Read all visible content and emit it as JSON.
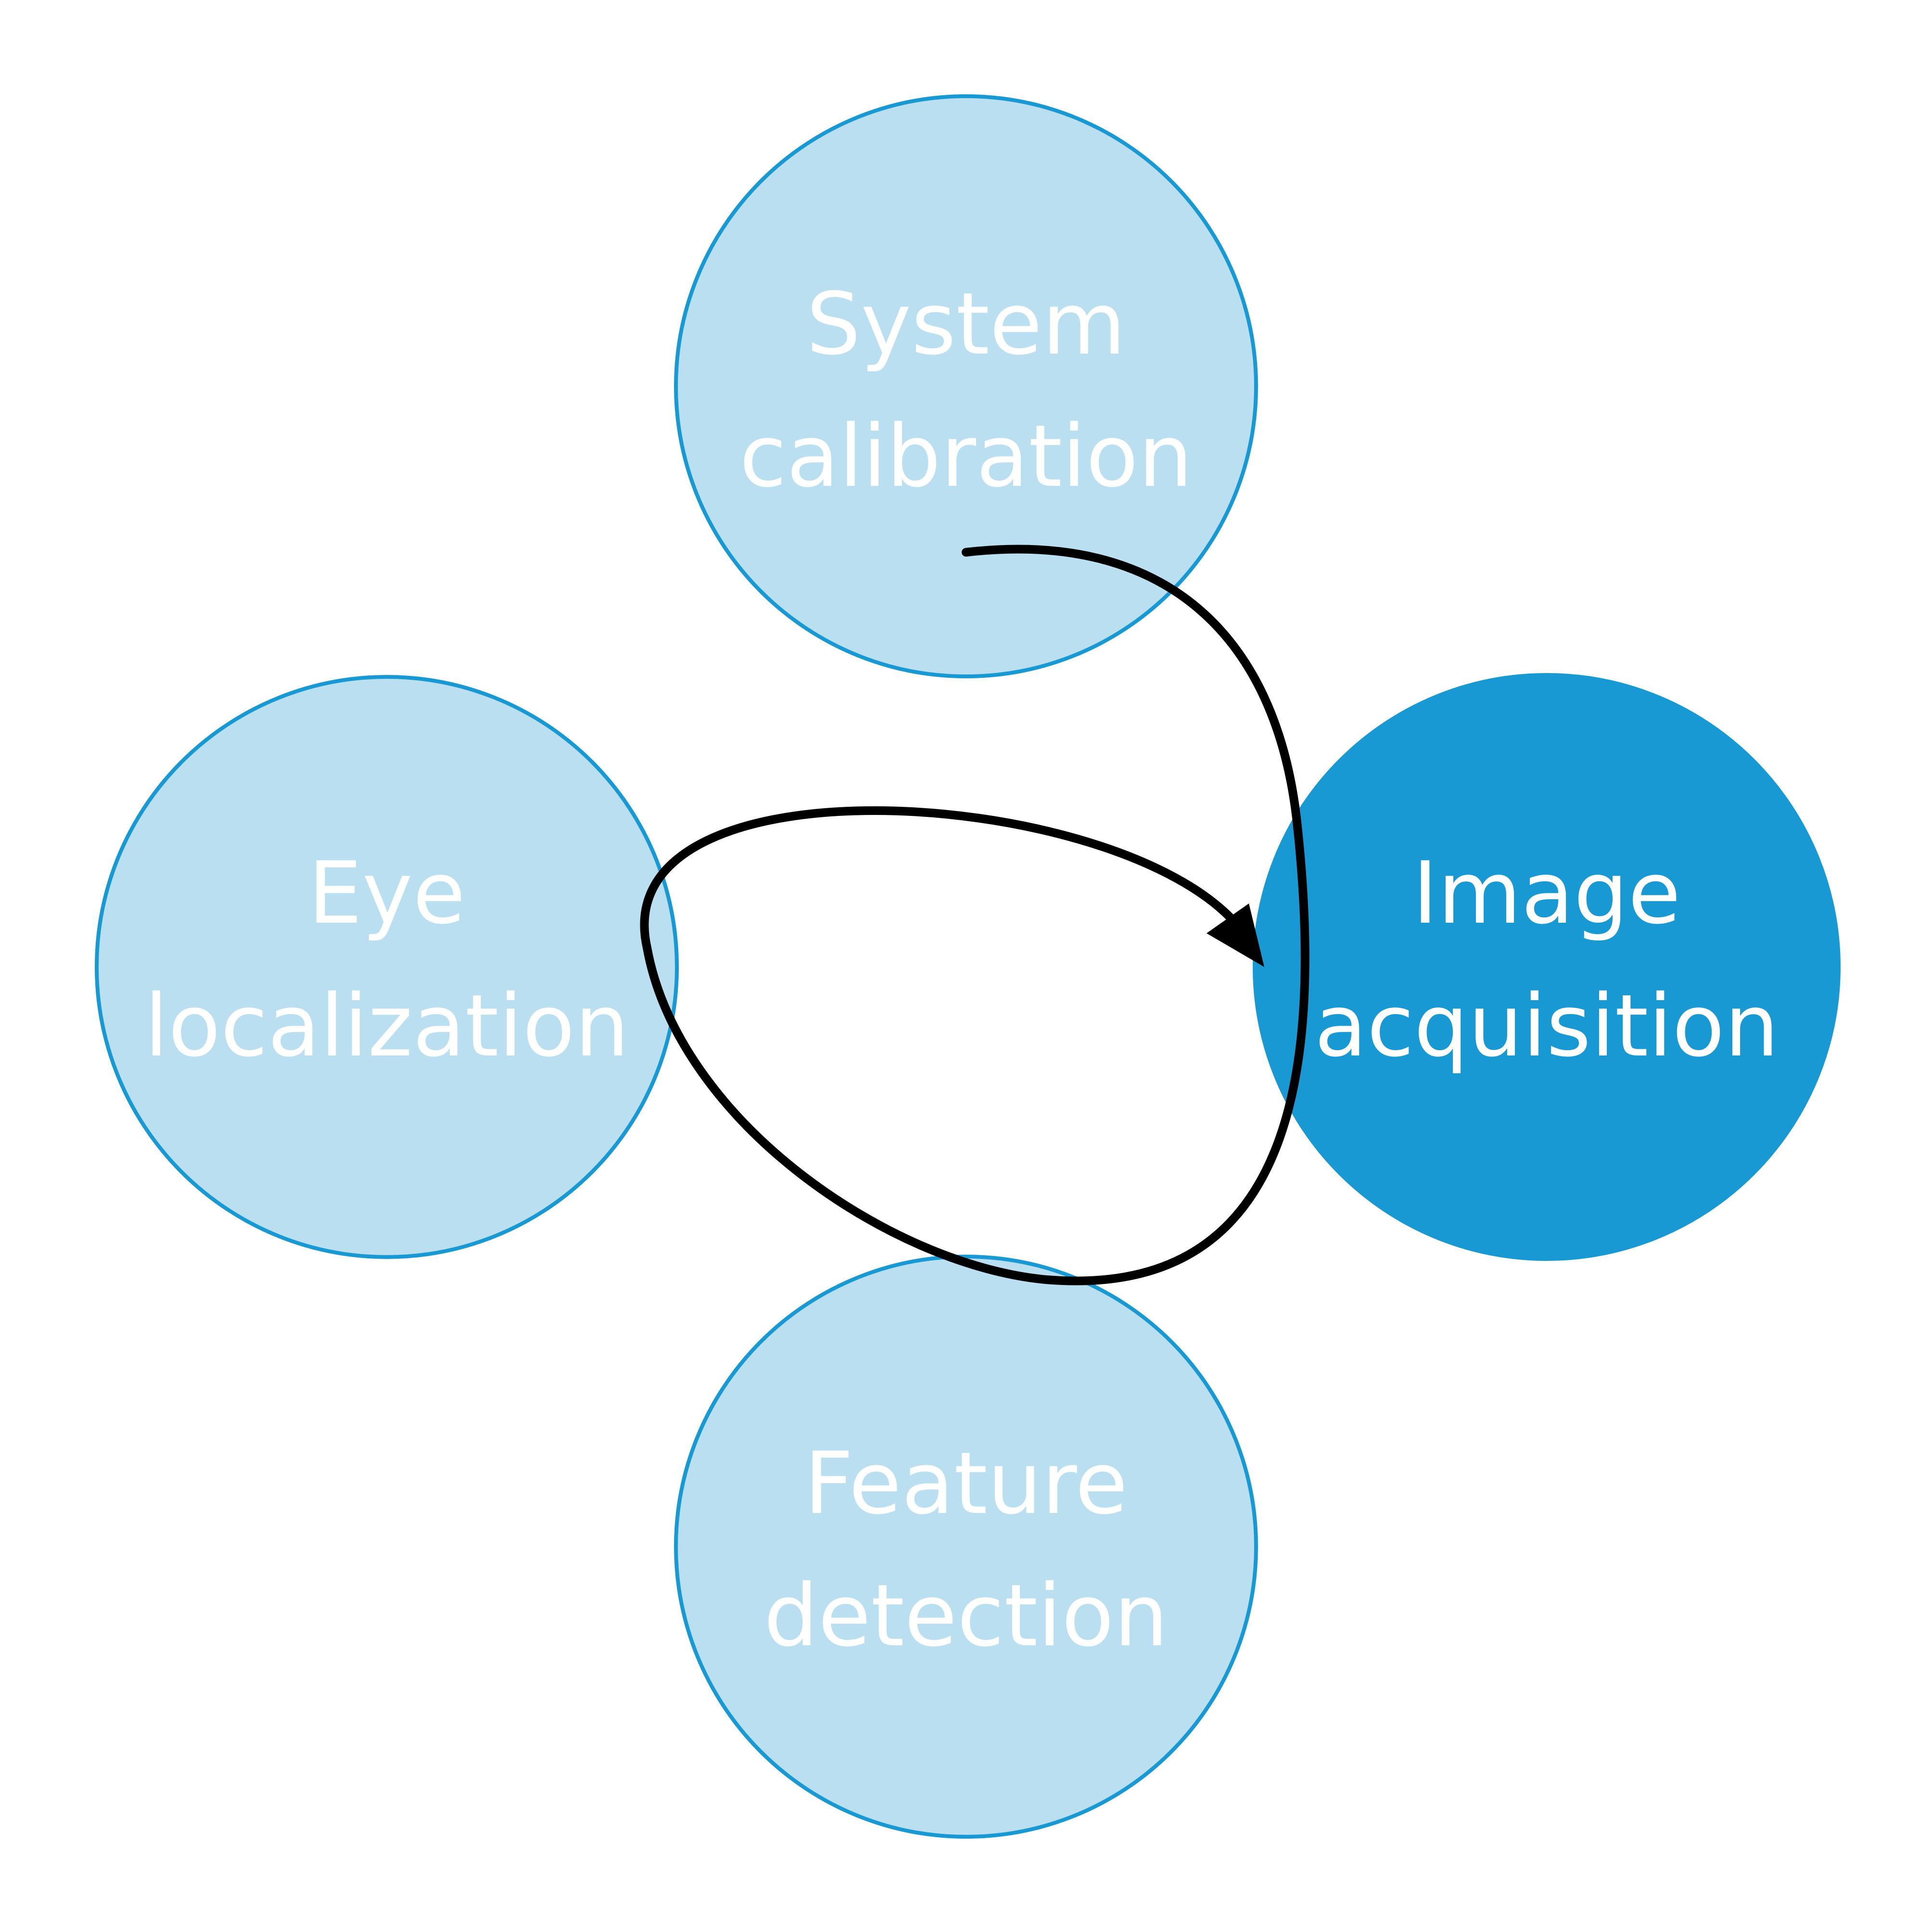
{
  "colors": {
    "background": "#ffffff",
    "node_fill": "#b9dff1",
    "node_stroke": "#1899d4",
    "active_node_fill": "#1899d4",
    "label_text": "#ffffff",
    "arrow": "#000000"
  },
  "nodes": {
    "system_calibration": {
      "line1": "System",
      "line2": "calibration",
      "active": false
    },
    "image_acquisition": {
      "line1": "Image",
      "line2": "acquisition",
      "active": true
    },
    "feature_detection": {
      "line1": "Feature",
      "line2": "detection",
      "active": false
    },
    "eye_localization": {
      "line1": "Eye",
      "line2": "localization",
      "active": false
    }
  },
  "arrow": {
    "from": "system_calibration",
    "to": "image_acquisition"
  }
}
